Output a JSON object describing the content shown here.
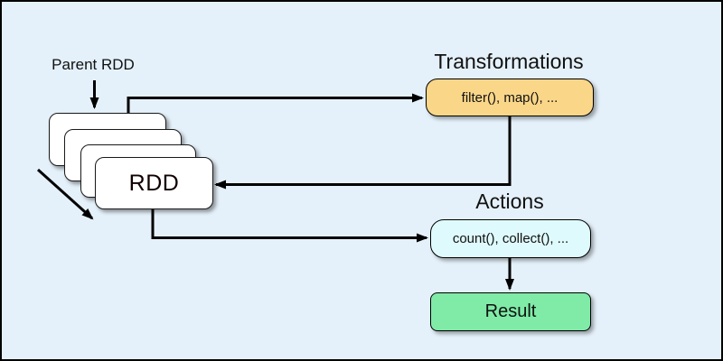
{
  "canvas": {
    "background_color": "#E5F1FA",
    "border_color": "#000000"
  },
  "labels": {
    "parent_rdd": "Parent RDD",
    "transformations_heading": "Transformations",
    "actions_heading": "Actions"
  },
  "nodes": {
    "rdd": {
      "label": "RDD",
      "fill": "#FFFFFF"
    },
    "rdd_stack": {
      "count": 4,
      "fill": "#FFFFFF"
    },
    "transformations": {
      "label": "filter(), map(), ...",
      "fill": "#FAD689"
    },
    "actions": {
      "label": "count(), collect(), ...",
      "fill": "#DFFAFC"
    },
    "result": {
      "label": "Result",
      "fill": "#7FEBA7"
    }
  },
  "edges": [
    {
      "from": "parent-rdd-label",
      "to": "rdd-stack",
      "style": "arrow-down"
    },
    {
      "from": "rdd-stack",
      "to": "transformations",
      "style": "elbow-arrow"
    },
    {
      "from": "transformations",
      "to": "rdd",
      "style": "elbow-arrow"
    },
    {
      "from": "rdd",
      "to": "actions",
      "style": "elbow-arrow"
    },
    {
      "from": "actions",
      "to": "result",
      "style": "arrow-down"
    },
    {
      "from": "rdd-stack",
      "to": "lineage-direction",
      "style": "diagonal-arrow"
    }
  ],
  "arrow_color": "#000000"
}
